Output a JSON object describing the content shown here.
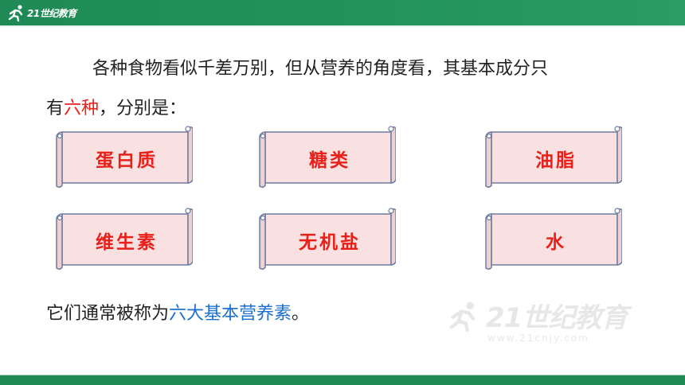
{
  "header": {
    "logo_text": "21世纪教育"
  },
  "intro": {
    "line1": "各种食物看似千差万别，但从营养的角度看，其基本成分只",
    "line2_prefix": "有",
    "line2_highlight": "六种",
    "line2_suffix": "，分别是："
  },
  "nutrients": [
    {
      "label": "蛋白质"
    },
    {
      "label": "糖类"
    },
    {
      "label": "油脂"
    },
    {
      "label": "维生素"
    },
    {
      "label": "无机盐"
    },
    {
      "label": "水"
    }
  ],
  "summary": {
    "prefix": "它们通常被称为",
    "highlight": "六大基本营养素",
    "suffix": "。"
  },
  "watermark": {
    "logo_text": "21世纪教育",
    "url": "www.21cnjy.com"
  },
  "colors": {
    "brand_green": "#1f8a55",
    "highlight_red": "#e8201a",
    "highlight_blue": "#1a6fd0",
    "scroll_fill": "#f9e1e1",
    "scroll_border": "#6c7ca0"
  }
}
